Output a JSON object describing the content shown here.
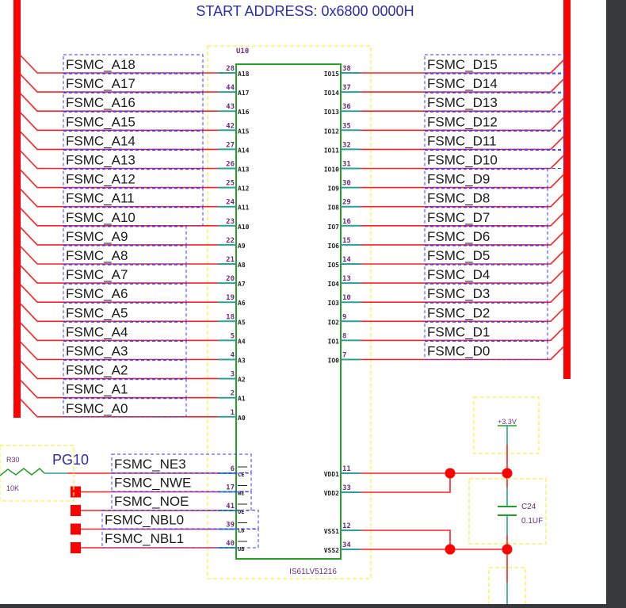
{
  "title": "START ADDRESS: 0x6800 0000H",
  "colors": {
    "wire": "#ff2020",
    "bus": "#ff0000",
    "pin": "#2aa198",
    "chip": "#22a022",
    "net_box": "#3b3bff",
    "part_box": "#ffee44",
    "title": "#2b2bb0",
    "pin_number": "#6b2d7a",
    "part_label": "#6b2d7a"
  },
  "chip": {
    "ref": "U10",
    "part": "IS61LV51216",
    "left_pins": [
      {
        "num": "28",
        "name": "A18",
        "net": "FSMC_A18"
      },
      {
        "num": "44",
        "name": "A17",
        "net": "FSMC_A17"
      },
      {
        "num": "43",
        "name": "A16",
        "net": "FSMC_A16"
      },
      {
        "num": "42",
        "name": "A15",
        "net": "FSMC_A15"
      },
      {
        "num": "27",
        "name": "A14",
        "net": "FSMC_A14"
      },
      {
        "num": "26",
        "name": "A13",
        "net": "FSMC_A13"
      },
      {
        "num": "25",
        "name": "A12",
        "net": "FSMC_A12"
      },
      {
        "num": "24",
        "name": "A11",
        "net": "FSMC_A11"
      },
      {
        "num": "23",
        "name": "A10",
        "net": "FSMC_A10"
      },
      {
        "num": "22",
        "name": "A9",
        "net": "FSMC_A9"
      },
      {
        "num": "21",
        "name": "A8",
        "net": "FSMC_A8"
      },
      {
        "num": "20",
        "name": "A7",
        "net": "FSMC_A7"
      },
      {
        "num": "19",
        "name": "A6",
        "net": "FSMC_A6"
      },
      {
        "num": "18",
        "name": "A5",
        "net": "FSMC_A5"
      },
      {
        "num": "5",
        "name": "A4",
        "net": "FSMC_A4"
      },
      {
        "num": "4",
        "name": "A3",
        "net": "FSMC_A3"
      },
      {
        "num": "3",
        "name": "A2",
        "net": "FSMC_A2"
      },
      {
        "num": "2",
        "name": "A1",
        "net": "FSMC_A1"
      },
      {
        "num": "1",
        "name": "A0",
        "net": "FSMC_A0"
      }
    ],
    "right_pins": [
      {
        "num": "38",
        "name": "IO15",
        "net": "FSMC_D15"
      },
      {
        "num": "37",
        "name": "IO14",
        "net": "FSMC_D14"
      },
      {
        "num": "36",
        "name": "IO13",
        "net": "FSMC_D13"
      },
      {
        "num": "35",
        "name": "IO12",
        "net": "FSMC_D12"
      },
      {
        "num": "32",
        "name": "IO11",
        "net": "FSMC_D11"
      },
      {
        "num": "31",
        "name": "IO10",
        "net": "FSMC_D10"
      },
      {
        "num": "30",
        "name": "IO9",
        "net": "FSMC_D9"
      },
      {
        "num": "29",
        "name": "IO8",
        "net": "FSMC_D8"
      },
      {
        "num": "16",
        "name": "IO7",
        "net": "FSMC_D7"
      },
      {
        "num": "15",
        "name": "IO6",
        "net": "FSMC_D6"
      },
      {
        "num": "14",
        "name": "IO5",
        "net": "FSMC_D5"
      },
      {
        "num": "13",
        "name": "IO4",
        "net": "FSMC_D4"
      },
      {
        "num": "10",
        "name": "IO3",
        "net": "FSMC_D3"
      },
      {
        "num": "9",
        "name": "IO2",
        "net": "FSMC_D2"
      },
      {
        "num": "8",
        "name": "IO1",
        "net": "FSMC_D1"
      },
      {
        "num": "7",
        "name": "IO0",
        "net": "FSMC_D0"
      }
    ],
    "control_pins": [
      {
        "num": "6",
        "name": "CE",
        "net": "FSMC_NE3"
      },
      {
        "num": "17",
        "name": "WE",
        "net": "FSMC_NWE"
      },
      {
        "num": "41",
        "name": "OE",
        "net": "FSMC_NOE"
      },
      {
        "num": "39",
        "name": "LB",
        "net": "FSMC_NBL0"
      },
      {
        "num": "40",
        "name": "UB",
        "net": "FSMC_NBL1"
      }
    ],
    "power_pins": [
      {
        "num": "11",
        "name": "VDD1"
      },
      {
        "num": "33",
        "name": "VDD2"
      },
      {
        "num": "12",
        "name": "VSS1"
      },
      {
        "num": "34",
        "name": "VSS2"
      }
    ]
  },
  "resistor": {
    "ref": "R30",
    "value": "10K",
    "net": "PG10"
  },
  "capacitor": {
    "ref": "C24",
    "value": "0.1UF"
  },
  "power_label": "+3.3V"
}
